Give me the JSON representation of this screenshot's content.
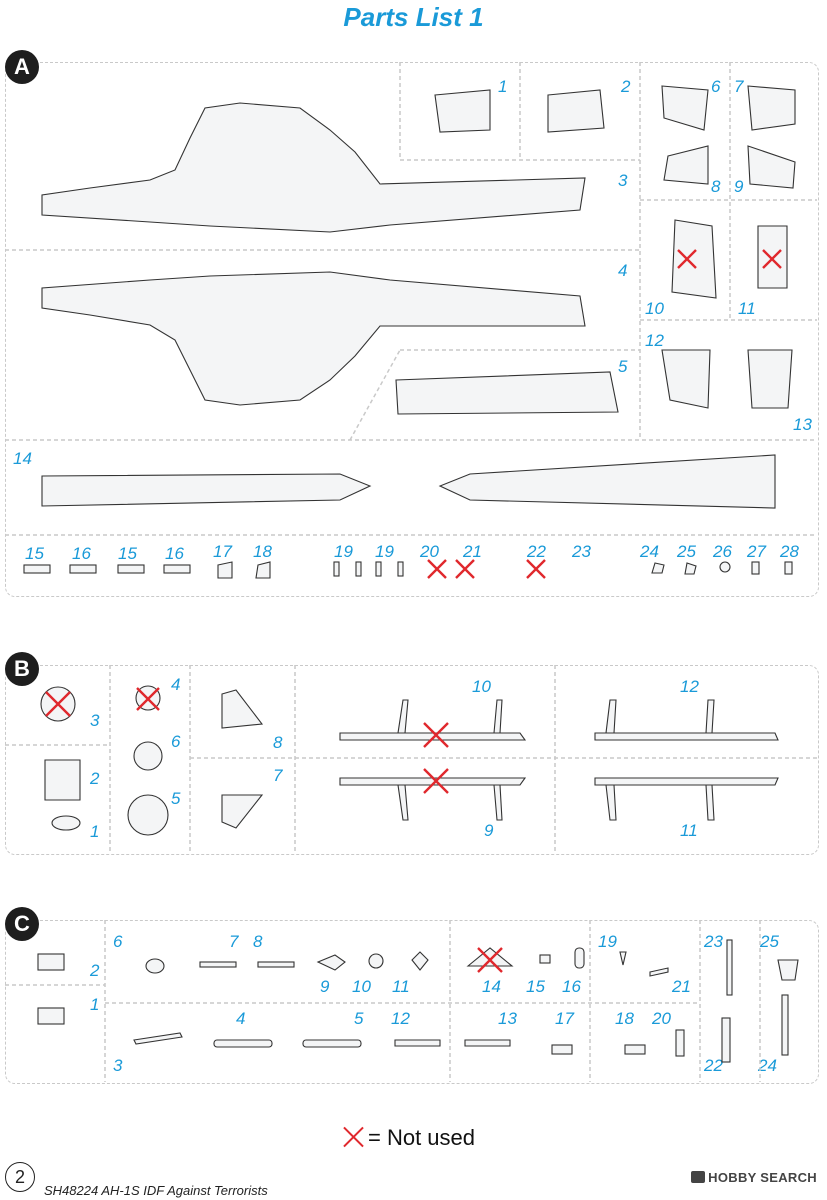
{
  "title": "Parts List 1",
  "sprues": [
    {
      "letter": "A",
      "numbers": [
        "1",
        "2",
        "3",
        "4",
        "5",
        "6",
        "7",
        "8",
        "9",
        "10",
        "11",
        "12",
        "13",
        "14",
        "15",
        "16",
        "15",
        "16",
        "17",
        "18",
        "19",
        "19",
        "20",
        "21",
        "22",
        "23",
        "24",
        "25",
        "26",
        "27",
        "28"
      ]
    },
    {
      "letter": "B",
      "numbers": [
        "1",
        "2",
        "3",
        "4",
        "5",
        "6",
        "7",
        "8",
        "9",
        "10",
        "11",
        "12"
      ]
    },
    {
      "letter": "C",
      "numbers": [
        "1",
        "2",
        "3",
        "4",
        "5",
        "6",
        "7",
        "8",
        "9",
        "10",
        "11",
        "12",
        "13",
        "14",
        "15",
        "16",
        "17",
        "18",
        "19",
        "20",
        "21",
        "22",
        "23",
        "24",
        "25"
      ]
    }
  ],
  "legend": {
    "symbol": "x-mark",
    "text": "= Not used"
  },
  "page_number": "2",
  "kit_name": "SH48224 AH-1S IDF Against Terrorists",
  "watermark": "HOBBY SEARCH",
  "colors": {
    "accent": "#1a9ad8",
    "not_used": "#e0282d"
  }
}
